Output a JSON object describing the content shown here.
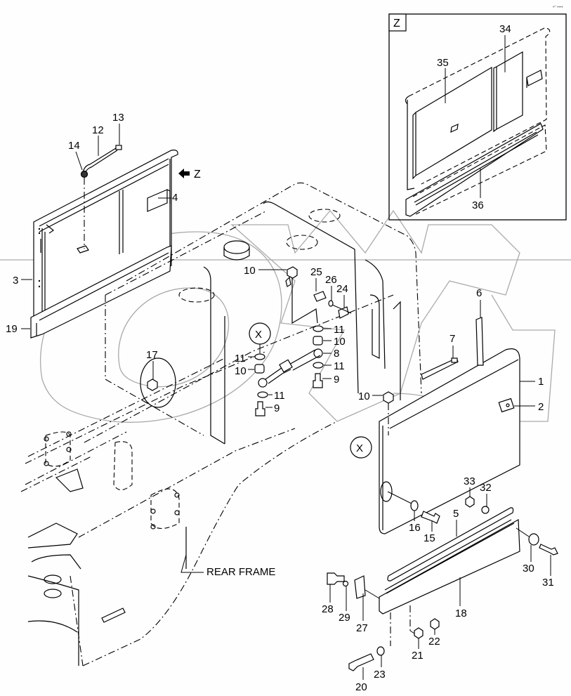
{
  "diagram": {
    "type": "exploded-parts-view",
    "corner_mark": "•⁰ ••••",
    "frame_label": "REAR FRAME",
    "view_arrow_label": "Z",
    "inset": {
      "title": "Z",
      "callouts": [
        "34",
        "35",
        "36"
      ]
    },
    "reference_markers": [
      "X",
      "X"
    ],
    "callouts": [
      {
        "id": "c1",
        "label": "1"
      },
      {
        "id": "c2",
        "label": "2"
      },
      {
        "id": "c3",
        "label": "3"
      },
      {
        "id": "c4",
        "label": "4"
      },
      {
        "id": "c5",
        "label": "5"
      },
      {
        "id": "c6",
        "label": "6"
      },
      {
        "id": "c7",
        "label": "7"
      },
      {
        "id": "c8",
        "label": "8"
      },
      {
        "id": "c9a",
        "label": "9"
      },
      {
        "id": "c9b",
        "label": "9"
      },
      {
        "id": "c10a",
        "label": "10"
      },
      {
        "id": "c10b",
        "label": "10"
      },
      {
        "id": "c10c",
        "label": "10"
      },
      {
        "id": "c10d",
        "label": "10"
      },
      {
        "id": "c11a",
        "label": "11"
      },
      {
        "id": "c11b",
        "label": "11"
      },
      {
        "id": "c11c",
        "label": "11"
      },
      {
        "id": "c11d",
        "label": "11"
      },
      {
        "id": "c12",
        "label": "12"
      },
      {
        "id": "c13",
        "label": "13"
      },
      {
        "id": "c14",
        "label": "14"
      },
      {
        "id": "c15",
        "label": "15"
      },
      {
        "id": "c16",
        "label": "16"
      },
      {
        "id": "c17",
        "label": "17"
      },
      {
        "id": "c18",
        "label": "18"
      },
      {
        "id": "c19",
        "label": "19"
      },
      {
        "id": "c20",
        "label": "20"
      },
      {
        "id": "c21",
        "label": "21"
      },
      {
        "id": "c22",
        "label": "22"
      },
      {
        "id": "c23",
        "label": "23"
      },
      {
        "id": "c24",
        "label": "24"
      },
      {
        "id": "c25",
        "label": "25"
      },
      {
        "id": "c26",
        "label": "26"
      },
      {
        "id": "c27",
        "label": "27"
      },
      {
        "id": "c28",
        "label": "28"
      },
      {
        "id": "c29",
        "label": "29"
      },
      {
        "id": "c30",
        "label": "30"
      },
      {
        "id": "c31",
        "label": "31"
      },
      {
        "id": "c32",
        "label": "32"
      },
      {
        "id": "c33",
        "label": "33"
      }
    ],
    "watermark": "OPEX"
  }
}
